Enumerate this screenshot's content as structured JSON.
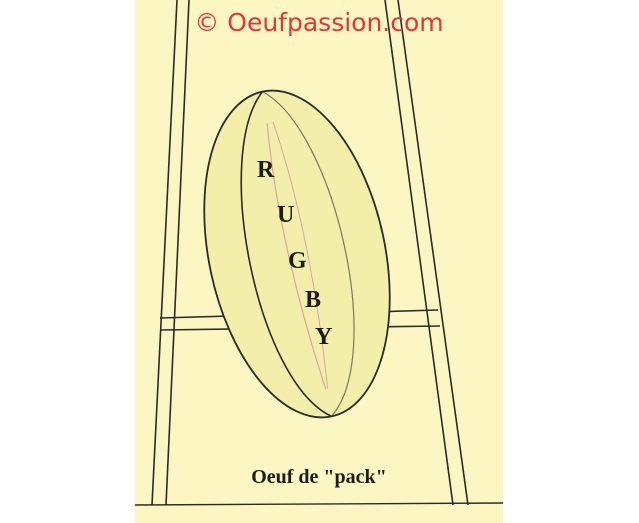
{
  "watermark": "© Oeufpassion.com",
  "ball_letters": [
    "R",
    "U",
    "G",
    "B",
    "Y"
  ],
  "caption": "Oeuf de \"pack\"",
  "colors": {
    "background": "#fbf6c2",
    "ball_fill": "#f3eeaa",
    "outline": "#2b2b2b",
    "watermark": "#e8323c",
    "seam": "#d9a7a0"
  }
}
